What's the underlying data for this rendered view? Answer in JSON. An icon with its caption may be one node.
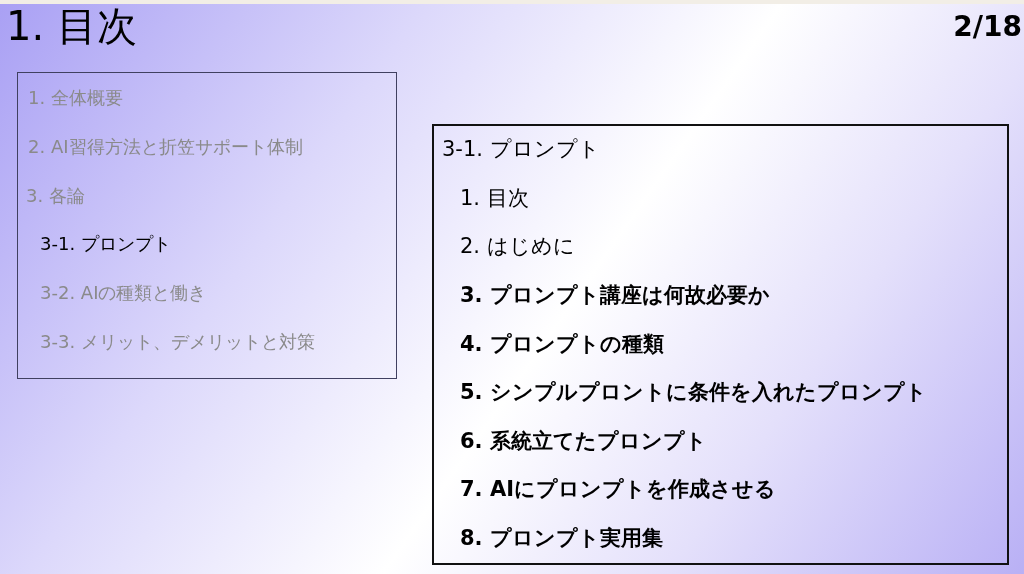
{
  "diagram": {
    "title": "1. 目次",
    "nodes": [
      {
        "text": [
          "1. 全体概要",
          "2. AI習得方法と折笠サポート体制",
          "3. 各論",
          "3-1. プロンプト",
          "3-2. AIの種類と働き",
          "3-3. メリット、デメリットと対策"
        ]
      },
      {
        "text": [
          "3-1. プロンプト",
          "1. 目次",
          "2. はじめに",
          "3. プロンプト講座は何故必要か",
          "4. プロンプトの種類",
          "5. シンプルプロントに条件を入れたプロンプト",
          "6. 系統立てたプロンプト",
          "7. AIにプロンプトを作成させる",
          "8. プロンプト実用集"
        ]
      }
    ],
    "labels": [
      "2/18"
    ]
  }
}
